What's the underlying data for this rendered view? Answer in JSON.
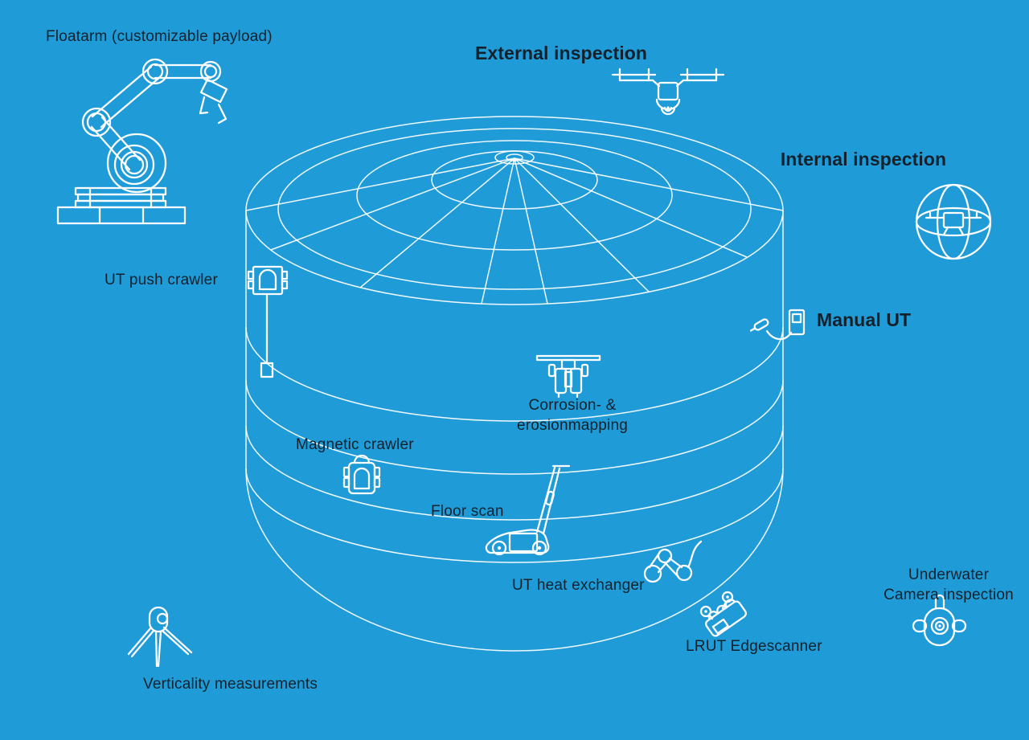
{
  "diagram": {
    "type": "infographic",
    "subject": "Storage tank inspection services around an isometric wireframe tank"
  },
  "colors": {
    "background": "#1f9cd8",
    "line": "#ffffff",
    "text": "#14212c"
  },
  "labels": {
    "floatarm": "Floatarm (customizable payload)",
    "external": "External inspection",
    "internal": "Internal inspection",
    "ut_push_crawler": "UT push crawler",
    "manual_ut": "Manual UT",
    "corrosion_line1": "Corrosion- &",
    "corrosion_line2": "erosionmapping",
    "magnetic_crawler": "Magnetic crawler",
    "floor_scan": "Floor scan",
    "ut_heat_exchanger": "UT heat exchanger",
    "lrut": "LRUT Edgescanner",
    "underwater_line1": "Underwater",
    "underwater_line2": "Camera inspection",
    "verticality": "Verticality measurements"
  },
  "icons": [
    "robot-arm-icon",
    "drone-icon",
    "caged-drone-icon",
    "ut-push-crawler-icon",
    "manual-ut-icon",
    "corrosion-mapper-icon",
    "magnetic-crawler-icon",
    "floor-scan-icon",
    "ut-heat-exchanger-icon",
    "lrut-edgescanner-icon",
    "underwater-rov-icon",
    "total-station-tripod-icon",
    "tank-wireframe"
  ]
}
